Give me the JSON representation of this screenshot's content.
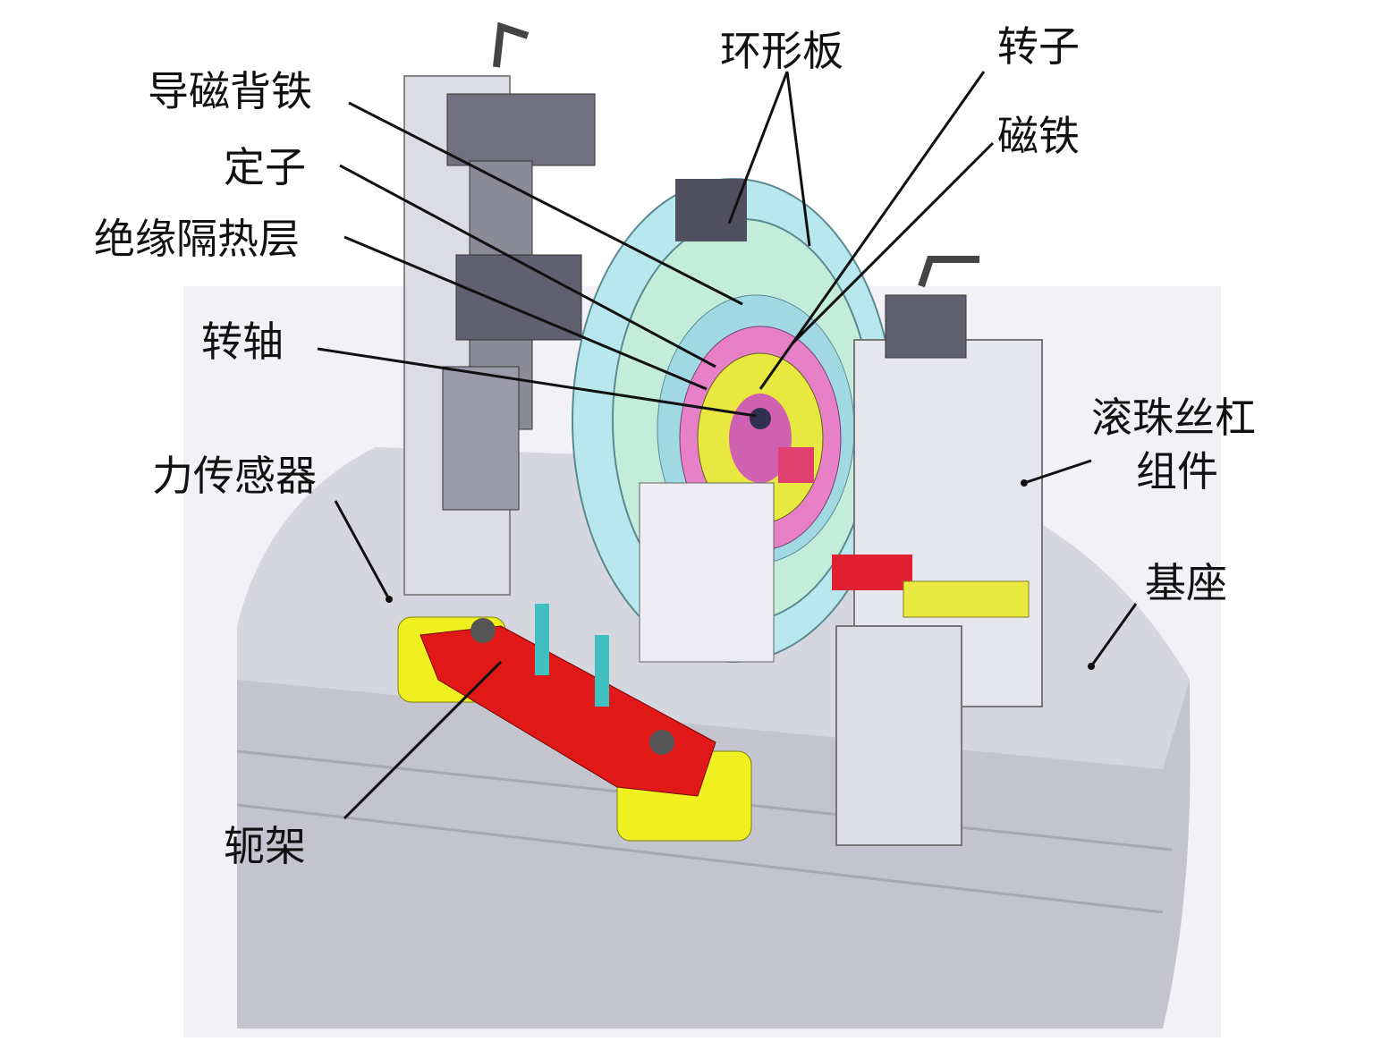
{
  "labels": {
    "magnetic_back_iron": "导磁背铁",
    "stator": "定子",
    "insulation_layer": "绝缘隔热层",
    "shaft": "转轴",
    "force_sensor": "力传感器",
    "yoke_frame": "轭架",
    "ring_plate": "环形板",
    "rotor": "转子",
    "magnet": "磁铁",
    "ball_screw_line1": "滚珠丝杠",
    "ball_screw_line2": "组件",
    "base": "基座"
  },
  "colors": {
    "base_gray": "#d6d6df",
    "disc_cyan": "#a8e4ea",
    "rotor_magenta": "#e070c0",
    "magnet_yellow": "#e8e800",
    "yoke_red": "#e01818",
    "sensor_yellow": "#f0f020",
    "bolt_teal": "#40c0c0"
  }
}
